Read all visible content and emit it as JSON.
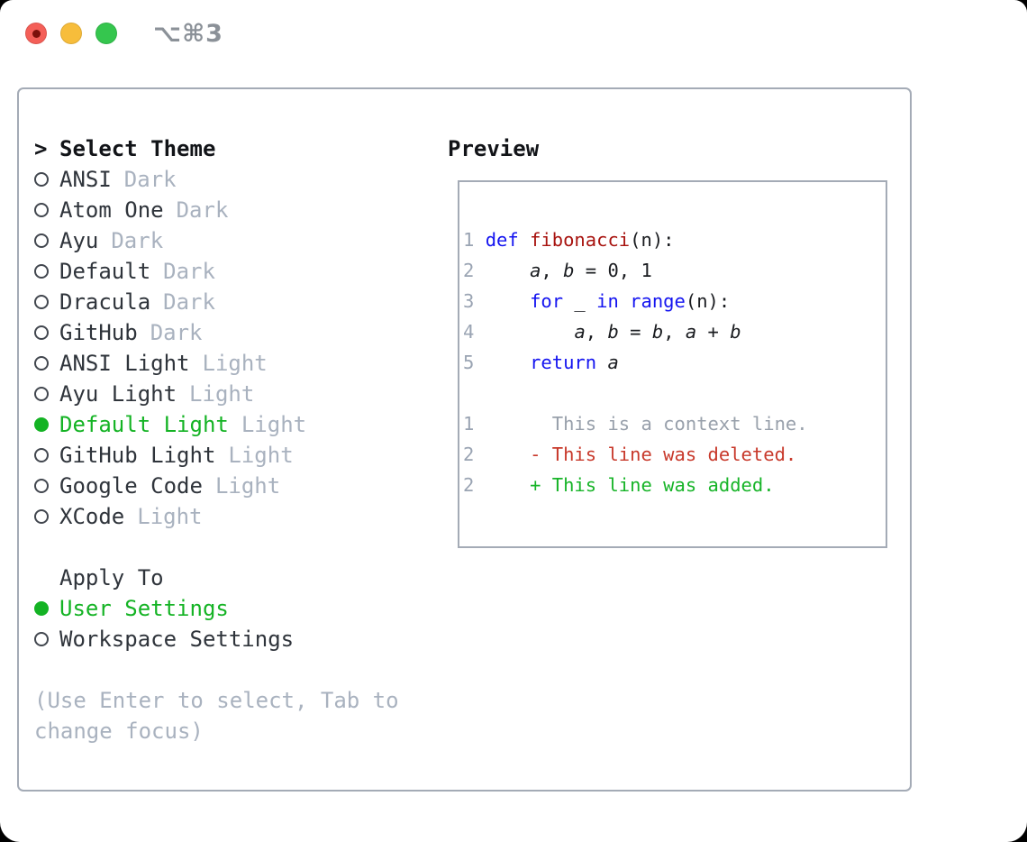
{
  "window": {
    "title": "⌥⌘3"
  },
  "colors": {
    "accent_green": "#14b324",
    "keyword_blue": "#1414f0",
    "function_red": "#a81410",
    "deleted_red": "#c8392b",
    "added_green": "#17b428",
    "muted_gray": "#a9b2bf",
    "line_number_gray": "#9aa4b3",
    "border_gray": "#a4abb6",
    "traffic_red": "#f45f58",
    "traffic_yellow": "#f7bd3b",
    "traffic_green": "#35c64e"
  },
  "icons": {
    "prompt": "chevron-prompt",
    "radio_unselected": "circle-outline",
    "radio_selected": "circle-filled-green"
  },
  "left": {
    "header_marker": ">",
    "header": "Select Theme",
    "themes": [
      {
        "name": "ANSI",
        "variant": "Dark",
        "selected": false
      },
      {
        "name": "Atom One",
        "variant": "Dark",
        "selected": false
      },
      {
        "name": "Ayu",
        "variant": "Dark",
        "selected": false
      },
      {
        "name": "Default",
        "variant": "Dark",
        "selected": false
      },
      {
        "name": "Dracula",
        "variant": "Dark",
        "selected": false
      },
      {
        "name": "GitHub",
        "variant": "Dark",
        "selected": false
      },
      {
        "name": "ANSI Light",
        "variant": "Light",
        "selected": false
      },
      {
        "name": "Ayu Light",
        "variant": "Light",
        "selected": false
      },
      {
        "name": "Default Light",
        "variant": "Light",
        "selected": true
      },
      {
        "name": "GitHub Light",
        "variant": "Light",
        "selected": false
      },
      {
        "name": "Google Code",
        "variant": "Light",
        "selected": false
      },
      {
        "name": "XCode",
        "variant": "Light",
        "selected": false
      }
    ],
    "apply_to": {
      "header": "Apply To",
      "options": [
        {
          "label": "User Settings",
          "selected": true
        },
        {
          "label": "Workspace Settings",
          "selected": false
        }
      ]
    },
    "hint_lines": [
      "(Use Enter to select, Tab to",
      "change focus)"
    ]
  },
  "preview": {
    "header": "Preview",
    "code_lines": [
      [
        [
          "n",
          "1"
        ],
        [
          "p",
          " "
        ],
        [
          "k",
          "def"
        ],
        [
          "p",
          " "
        ],
        [
          "f",
          "fibonacci"
        ],
        [
          "p",
          "(n):"
        ]
      ],
      [
        [
          "n",
          "2"
        ],
        [
          "p",
          "     "
        ],
        [
          "v",
          "a"
        ],
        [
          "p",
          ", "
        ],
        [
          "v",
          "b"
        ],
        [
          "p",
          " = 0, 1"
        ]
      ],
      [
        [
          "n",
          "3"
        ],
        [
          "p",
          "     "
        ],
        [
          "k",
          "for"
        ],
        [
          "p",
          " _ "
        ],
        [
          "k",
          "in"
        ],
        [
          "p",
          " "
        ],
        [
          "k",
          "range"
        ],
        [
          "p",
          "(n):"
        ]
      ],
      [
        [
          "n",
          "4"
        ],
        [
          "p",
          "         "
        ],
        [
          "v",
          "a"
        ],
        [
          "p",
          ", "
        ],
        [
          "v",
          "b"
        ],
        [
          "p",
          " = "
        ],
        [
          "v",
          "b"
        ],
        [
          "p",
          ", "
        ],
        [
          "v",
          "a"
        ],
        [
          "p",
          " + "
        ],
        [
          "v",
          "b"
        ]
      ],
      [
        [
          "n",
          "5"
        ],
        [
          "p",
          "     "
        ],
        [
          "k",
          "return"
        ],
        [
          "p",
          " "
        ],
        [
          "v",
          "a"
        ]
      ],
      [],
      [
        [
          "n",
          "1"
        ],
        [
          "p",
          "       "
        ],
        [
          "c",
          "This is a context line."
        ]
      ],
      [
        [
          "n",
          "2"
        ],
        [
          "p",
          "     "
        ],
        [
          "d",
          "- This line was deleted."
        ]
      ],
      [
        [
          "n",
          "2"
        ],
        [
          "p",
          "     "
        ],
        [
          "a",
          "+ This line was added."
        ]
      ]
    ]
  }
}
